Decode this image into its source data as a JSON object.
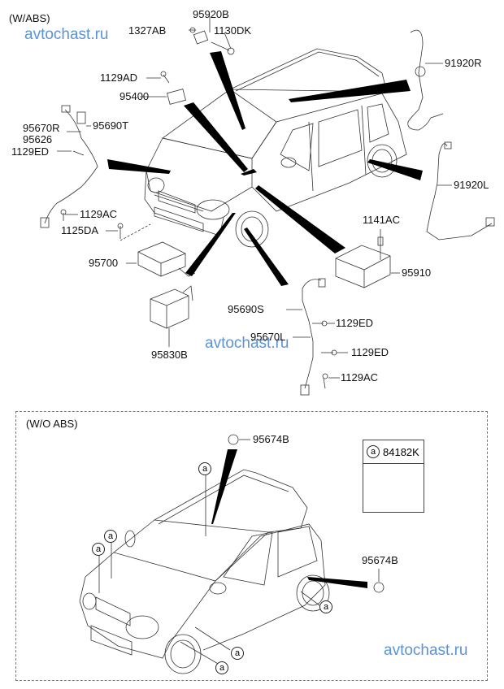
{
  "watermark": "avtochast.ru",
  "sections": {
    "with_abs": "(W/ABS)",
    "without_abs": "(W/O ABS)"
  },
  "with_abs_labels": {
    "p1327AB": "1327AB",
    "p95920B": "95920B",
    "p1130DK": "1130DK",
    "p1129AD": "1129AD",
    "p95400": "95400",
    "p91920R": "91920R",
    "p95670R": "95670R",
    "p95626": "95626",
    "p95690T": "95690T",
    "p1129ED_left": "1129ED",
    "p91920L": "91920L",
    "p1129AC_left": "1129AC",
    "p1125DA": "1125DA",
    "p1141AC": "1141AC",
    "p95700": "95700",
    "p95910": "95910",
    "p95690S": "95690S",
    "p1129ED_r1": "1129ED",
    "p95670L": "95670L",
    "p1129ED_r2": "1129ED",
    "p95830B": "95830B",
    "p1129AC_right": "1129AC"
  },
  "without_abs_labels": {
    "p95674B_top": "95674B",
    "p95674B_side": "95674B",
    "callout": "a"
  },
  "legend": {
    "symbol": "a",
    "part": "84182K"
  }
}
